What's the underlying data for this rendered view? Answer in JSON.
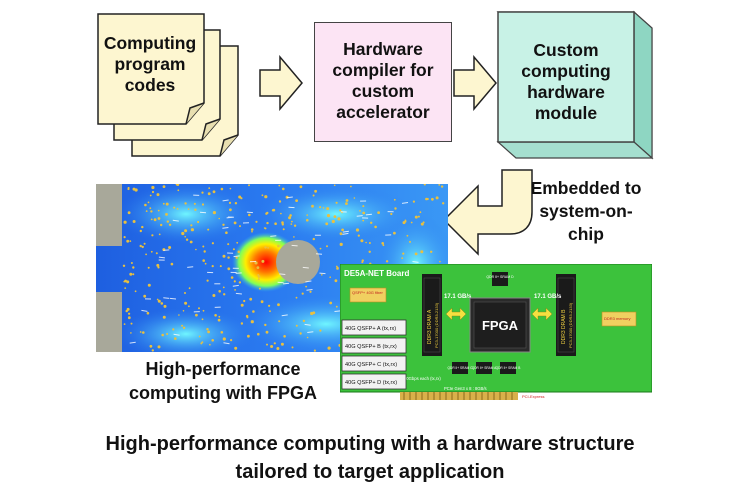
{
  "steps": {
    "program_codes": "Computing program codes",
    "compiler": "Hardware compiler for custom accelerator",
    "module": "Custom computing hardware module"
  },
  "embedded_label": "Embedded to system-on-chip",
  "hpc_label": "High-performance computing with FPGA",
  "caption": "High-performance computing with a hardware structure tailored to target application",
  "board": {
    "title": "DE5A-NET Board",
    "fpga": "FPGA",
    "ddr_a": "DDR3 DRAM A",
    "ddr_b": "DDR3 DRAM B",
    "ddr_sub": "PC3-17000 (DDR3-2133)",
    "bw_left": "17.1 GB/s",
    "bw_right": "17.1 GB/s",
    "qdr_top": "QDR II+ SRAM D",
    "qdr_a": "QDR II+ SRAM A",
    "qdr_b": "QDR II+ SRAM B",
    "qdr_c": "QDR II+ SRAM C",
    "qsfp_note": "QSFP+ 40G fiber",
    "ddr_note": "DDR3 memory",
    "pcie": "PCIe Gen3 x 8 : 8GB/s",
    "pcie_label": "PCI-Express",
    "bus": "40Gbps each (tx,rx)",
    "ports": [
      "40G QSFP+ A",
      "40G QSFP+ B",
      "40G QSFP+ C",
      "40G QSFP+ D"
    ],
    "port_suffix": "(tx,rx)"
  },
  "colors": {
    "doc_fill": "#fdf6d0",
    "compiler_fill": "#fce4f4",
    "module_fill": "#c8f2e6",
    "module_dark": "#8ed6c2",
    "arrow_fill": "#fdf6d0",
    "board_green": "#3cc23c",
    "chip_dark": "#1a1a1a"
  }
}
